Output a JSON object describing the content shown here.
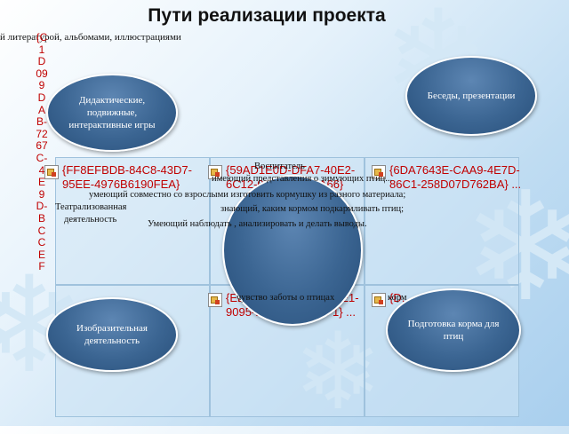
{
  "title": "Пути реализации проекта",
  "subtitle": "й литературой, альбомами, иллюстрациями",
  "vertical_fragment": "{C1D099DAB-7267C-4E9D-BCCEF",
  "embedded_objects": {
    "top_left": "{FF8EFBDB-84C8-43D7-95EE-4976B6190FEA}",
    "top_middle": "{59AD1E0D-DFA7-40E2-6C12-03E5549AAA66}",
    "top_right": "{6DA7643E-CAA9-4E7D-86C1-258D07D762BA} ...",
    "bottom_middle": "{EDA5E9508-4FF8-41E1-9095-E7F5FA59EEF1} ...",
    "bottom_right": "{D..."
  },
  "texts": {
    "caregiver": "Воспитатель",
    "line1": "имеющий представления о зимующих птиц...",
    "line2": "умеющий совместно со взрослыми изготовить кормушку из разного материала;",
    "line3": "знающий, каким кормом подкармливать птиц;",
    "line4": "Умеющий наблюдать , анализировать и делать выводы.",
    "line5": "чувство заботы о птицах",
    "bottom_fragment": "корм",
    "theatre": "Театрализованная",
    "theatre2": "деятельность"
  },
  "ellipses": {
    "didactic": "Дидактические, подвижные, интерактивные игры",
    "talks": "Беседы, презентации",
    "art": "Изобразительная деятельность",
    "feed": "Подготовка корма для птиц"
  }
}
